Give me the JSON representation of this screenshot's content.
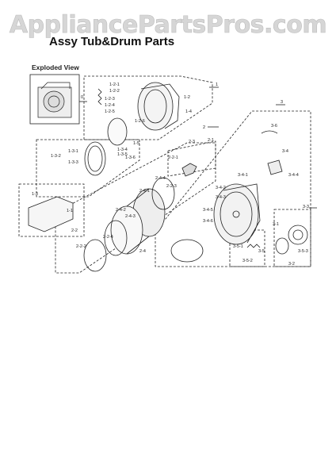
{
  "watermark": "AppliancePartsPros.com",
  "header": {
    "title": "Assy Tub&Drum Parts"
  },
  "inset": {
    "label": "Exploded View",
    "ref": "0"
  },
  "callouts": [
    "1",
    "1-1",
    "1-2",
    "1-3",
    "1-4",
    "1-5",
    "1-2-1",
    "1-2-2",
    "1-2-3",
    "1-2-4",
    "1-2-5",
    "1-2-6",
    "1-3-1",
    "1-3-2",
    "1-3-3",
    "1-3-4",
    "1-3-5",
    "1-3-6",
    "2",
    "2-1",
    "2-2",
    "2-3",
    "2-4",
    "2-2-1",
    "2-2-2",
    "2-2-3",
    "2-2-4",
    "2-4-1",
    "2-4-2",
    "2-4-3",
    "2-4-4",
    "3",
    "3-1",
    "3-2",
    "3-3",
    "3-4",
    "3-5",
    "3-6",
    "3-4-1",
    "3-4-2",
    "3-4-3",
    "3-4-4",
    "3-4-5",
    "3-4-6",
    "3-5-1",
    "3-5-2",
    "3-5-3"
  ]
}
